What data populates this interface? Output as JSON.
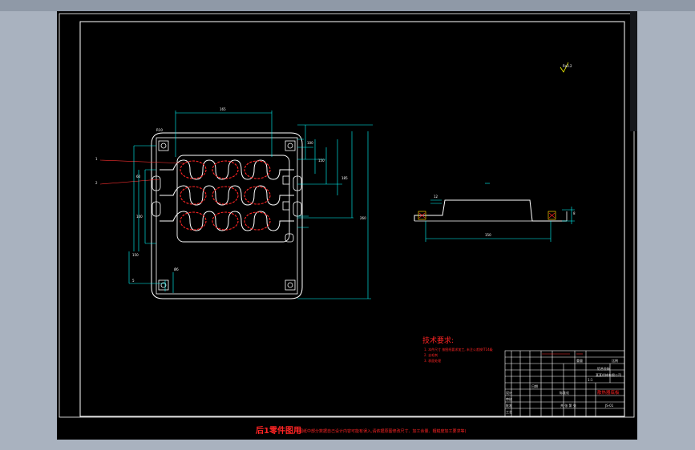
{
  "caption": {
    "title": "后1零件图用",
    "subtitle": "(图纸中部分数据自己设计内容可能有误入,请依据原图修改尺寸、加工余量、粗糙度加工要求等)"
  },
  "tech_requirements": {
    "title": "技术要求:",
    "lines": [
      "1. 本件尺寸 按图纸要求加工, 未注公差按IT14级",
      "2. 去毛刺",
      "3. 表面处理"
    ]
  },
  "title_block": {
    "material": "铝合金板",
    "part_name": "散热器底板",
    "drawing_no": "JS-01",
    "scale": "1:1",
    "sheet_label": "共 张 第 张",
    "designer": "设计",
    "checker": "审核",
    "approver": "批准",
    "date": "日期",
    "standardize": "标准化",
    "process": "工艺",
    "company": "某某机械有限公司",
    "weight": "重量",
    "ratio_label": "比例"
  },
  "part_labels": {
    "leader_1": "1",
    "leader_2": "2"
  },
  "dimensions": {
    "top_width": "165",
    "right_1": "100",
    "right_2": "150",
    "right_3": "185",
    "right_total": "260",
    "left_1": "60",
    "left_2": "100",
    "left_3": "150",
    "bottom_small": "5",
    "bottom_hole": "Ø6",
    "corner_label": "R10",
    "side_width": "150",
    "side_height": "12",
    "side_tab": "8"
  },
  "roughness_mark": "Ra3.2",
  "colors": {
    "sheet": "#000000",
    "frame": "#ffffff",
    "dim": "#00ffff",
    "red": "#ff2424",
    "leader": "#ff3030"
  }
}
